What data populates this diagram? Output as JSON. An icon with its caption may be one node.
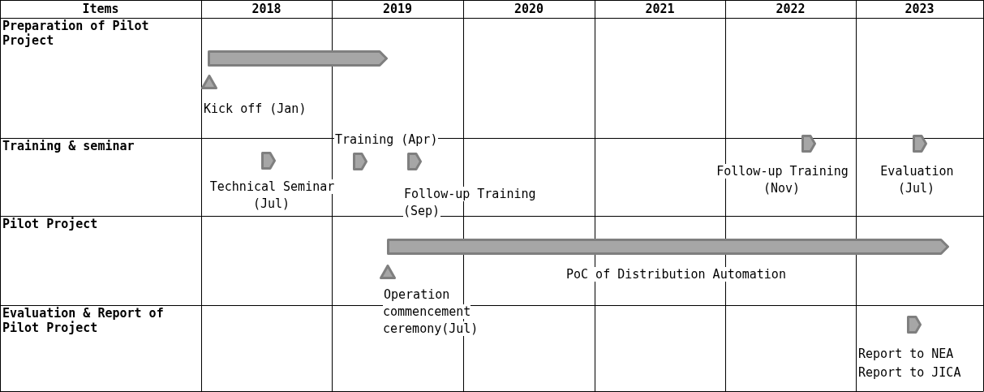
{
  "diagram": {
    "nodes": [
      {
        "text": [],
        "shape": "bar"
      },
      {
        "text": [],
        "shape": "triangle",
        "beside": [
          "Kick off (Jan)"
        ]
      },
      {
        "text": [],
        "shape": "pentagon",
        "beside": [
          "Technical Seminar (Jul)"
        ]
      },
      {
        "text": [],
        "shape": "pentagon",
        "beside": [
          "Training (Apr)"
        ]
      },
      {
        "text": [],
        "shape": "pentagon",
        "beside": [
          "Follow-up Training (Sep)"
        ]
      },
      {
        "text": [],
        "shape": "pentagon",
        "beside": [
          "Follow-up Training (Nov)"
        ]
      },
      {
        "text": [],
        "shape": "pentagon",
        "beside": [
          "Evaluation (Jul)"
        ]
      },
      {
        "text": [],
        "shape": "bar",
        "beside": [
          "PoC of Distribution Automation"
        ]
      },
      {
        "text": [],
        "shape": "triangle",
        "beside": [
          "Operation commencement ceremony(Jul)"
        ]
      },
      {
        "text": [],
        "shape": "pentagon",
        "beside": [
          "Report to NEA",
          "Report to JICA"
        ]
      }
    ],
    "edges": [],
    "labels": [
      "Items",
      "2018",
      "2019",
      "2020",
      "2021",
      "2022",
      "2023",
      "Preparation of Pilot Project",
      "Training & seminar",
      "Pilot Project",
      "Evaluation & Report of Pilot Project"
    ]
  }
}
